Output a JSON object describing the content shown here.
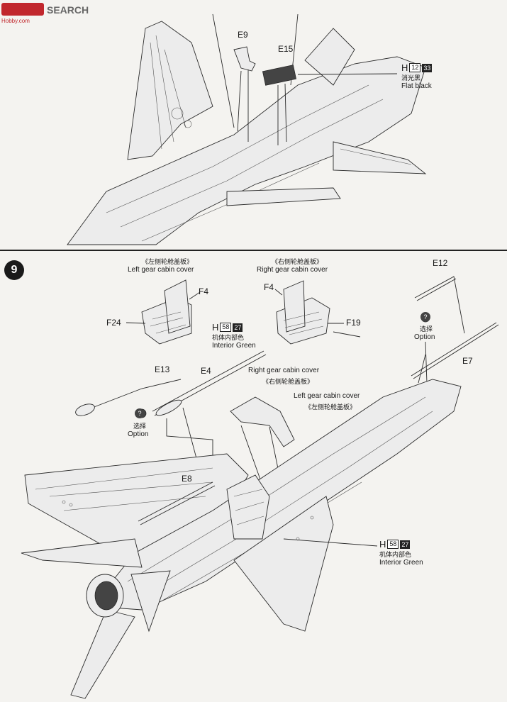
{
  "watermark": {
    "brand": "SEARCH",
    "site": "Hobby.com"
  },
  "top": {
    "parts": [
      "E9",
      "E15"
    ],
    "paint": {
      "letter": "H",
      "code1": "12",
      "code2": "33",
      "cn": "消光黑",
      "en": "Flat black"
    }
  },
  "step9": {
    "number": "9",
    "left_cover": {
      "cn": "《左侧轮舱盖板》",
      "en": "Left gear cabin cover",
      "parts": [
        "F4",
        "F24"
      ]
    },
    "right_cover": {
      "cn": "《右侧轮舱盖板》",
      "en": "Right gear cabin cover",
      "parts": [
        "F4",
        "F19"
      ]
    },
    "paint_mid": {
      "letter": "H",
      "code1": "58",
      "code2": "27",
      "cn": "机体内部色",
      "en": "Interior Green"
    },
    "option_right": {
      "part_top": "E12",
      "part_bottom": "E7",
      "cn": "选择",
      "en": "Option"
    },
    "option_left": {
      "part1": "E13",
      "part2": "E4",
      "cn": "选择",
      "en": "Option"
    },
    "callout_right": {
      "en": "Right gear cabin cover",
      "cn": "《右侧轮舱盖板》"
    },
    "callout_left": {
      "en": "Left gear cabin cover",
      "cn": "《左侧轮舱盖板》"
    },
    "part_e8": "E8",
    "paint_bottom": {
      "letter": "H",
      "code1": "58",
      "code2": "27",
      "cn": "机体内部色",
      "en": "Interior Green"
    }
  }
}
